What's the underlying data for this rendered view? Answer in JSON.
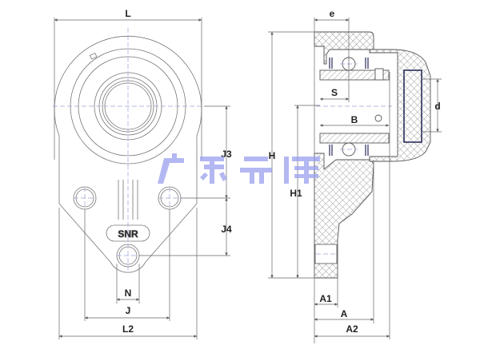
{
  "watermark": "广东乔峰",
  "front_view": {
    "logo": "SNR",
    "dims": {
      "L": "L",
      "L2": "L2",
      "J": "J",
      "N": "N",
      "J3": "J3",
      "J4": "J4"
    }
  },
  "side_view": {
    "dims": {
      "e": "e",
      "S": "S",
      "B": "B",
      "d": "d",
      "H": "H",
      "H1": "H1",
      "A1": "A1",
      "A": "A",
      "A2": "A2"
    }
  },
  "colors": {
    "hatch": "#8a8a8a",
    "seal": "#2b2d5c",
    "watermark": "#9aa0ee"
  }
}
